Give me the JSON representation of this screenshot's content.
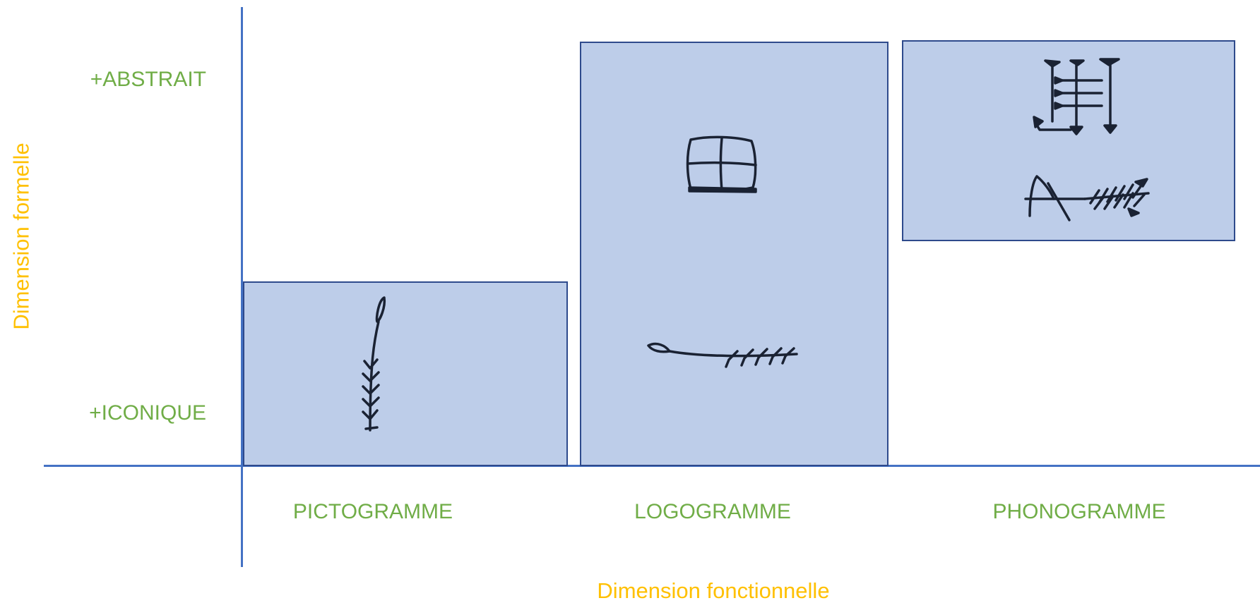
{
  "y_axis": {
    "title": "Dimension formelle",
    "ticks": [
      "+ABSTRAIT",
      "+ICONIQUE"
    ]
  },
  "x_axis": {
    "title": "Dimension fonctionnelle",
    "categories": [
      "PICTOGRAMME",
      "LOGOGRAMME",
      "PHONOGRAMME"
    ]
  },
  "colors": {
    "axis": "#4472c4",
    "box_fill": "#bdcde9",
    "box_border": "#2e4a8c",
    "category_text": "#70ad47",
    "axis_title_text": "#ffc000",
    "glyph": "#1a2233"
  },
  "glyphs": {
    "pictogramme": [
      "ear-of-barley-vertical-pictogram"
    ],
    "logogramme": [
      "quartered-circle-sign",
      "ear-of-barley-horizontal-sign"
    ],
    "phonogramme": [
      "cuneiform-sign",
      "ear-of-barley-phonetic-sign"
    ]
  }
}
